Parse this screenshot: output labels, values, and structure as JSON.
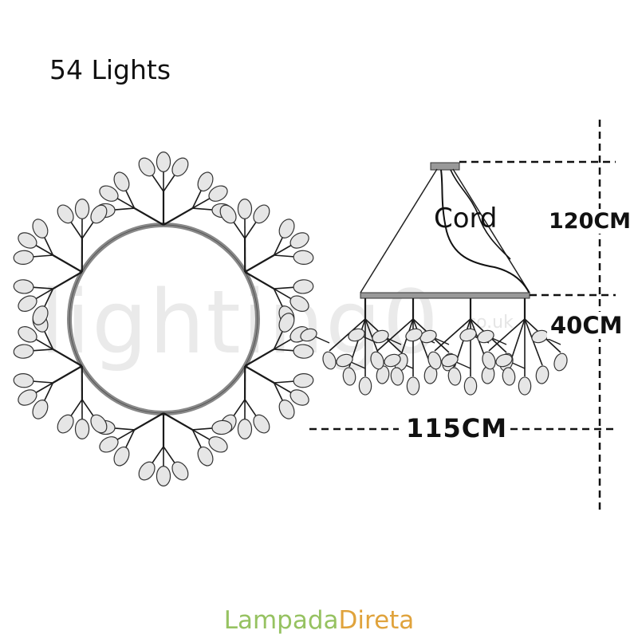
{
  "heading": "54 Lights",
  "labels": {
    "cord": "Cord",
    "drop_height": "120CM",
    "body_height": "40CM",
    "width": "115CM"
  },
  "watermark": {
    "main": "lighting0",
    "suffix": ".co.uk"
  },
  "brand": {
    "part1": "Lampada",
    "part2": "Direta",
    "color1": "#96c261",
    "color2": "#e0a33c"
  }
}
